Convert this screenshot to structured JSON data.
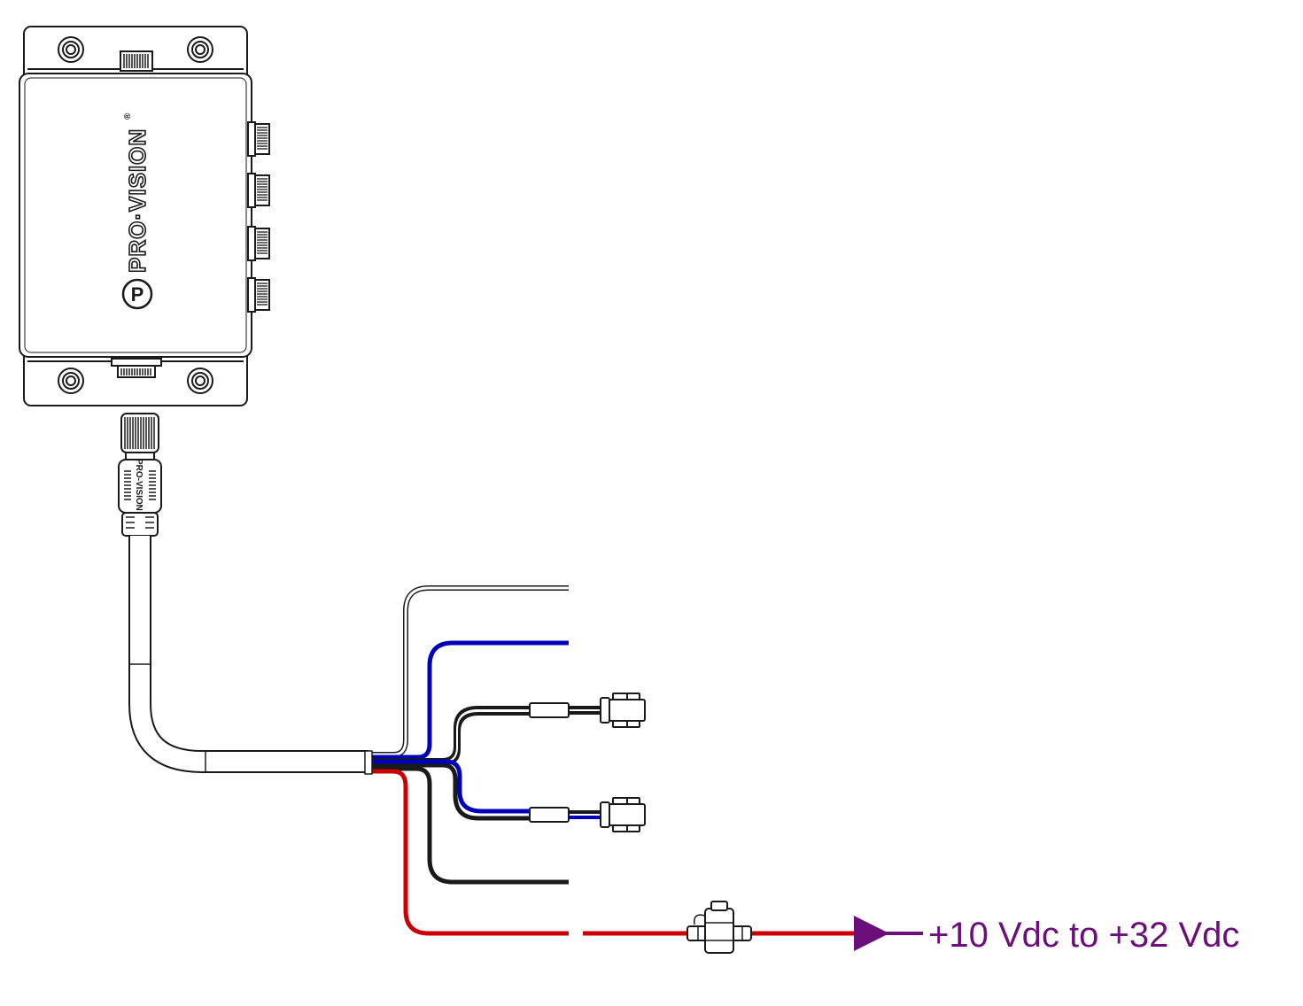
{
  "device": {
    "brand": "PRO·VISION",
    "registered_mark": "®",
    "logo_letter": "P"
  },
  "connector": {
    "brand": "PRO-VISION"
  },
  "power": {
    "label": "+10 Vdc to +32 Vdc"
  },
  "colors": {
    "outline": "#1a1a1a",
    "wire_red": "#cc0000",
    "wire_blue": "#0000bb",
    "wire_black": "#1a1a1a",
    "wire_white": "#ffffff",
    "label_purple": "#6b0f7a"
  },
  "wires": [
    {
      "color": "white",
      "termination": "bare"
    },
    {
      "color": "blue",
      "termination": "bare"
    },
    {
      "color": "black-white",
      "termination": "2-pin connector"
    },
    {
      "color": "black-blue",
      "termination": "2-pin connector"
    },
    {
      "color": "black",
      "termination": "bare"
    },
    {
      "color": "red",
      "termination": "inline fuse"
    }
  ]
}
